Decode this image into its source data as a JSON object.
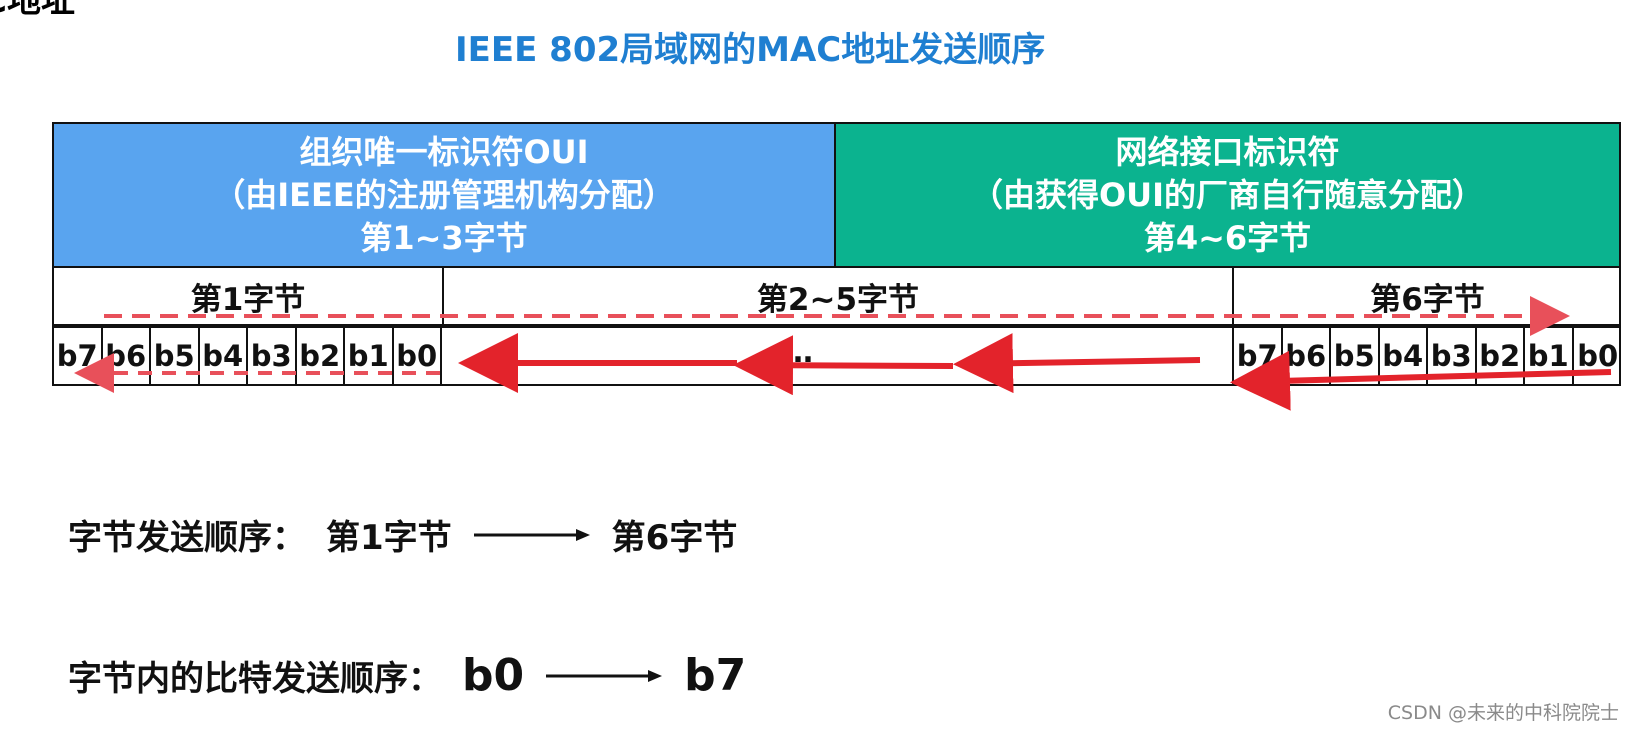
{
  "corner_text": "C地址",
  "title": "IEEE 802局域网的MAC地址发送顺序",
  "oui": {
    "line1": "组织唯一标识符OUI",
    "line2": "（由IEEE的注册管理机构分配）",
    "line3": "第1~3字节",
    "color": "#59a4ef"
  },
  "nic": {
    "line1": "网络接口标识符",
    "line2": "（由获得OUI的厂商自行随意分配）",
    "line3": "第4~6字节",
    "color": "#0bb38f"
  },
  "byte_labels": {
    "first": "第1字节",
    "middle": "第2~5字节",
    "last": "第6字节"
  },
  "bits": [
    "b7",
    "b6",
    "b5",
    "b4",
    "b3",
    "b2",
    "b1",
    "b0"
  ],
  "ellipsis": "……",
  "arrow_colors": {
    "solid": "#e3232b",
    "dashed": "#e8505a"
  },
  "notes": {
    "bytes_label": "字节发送顺序：",
    "bytes_from": "第1字节",
    "bytes_to": "第6字节",
    "bits_label": "字节内的比特发送顺序：",
    "bits_from": "b0",
    "bits_to": "b7"
  },
  "watermark": "CSDN @未来的中科院院士"
}
